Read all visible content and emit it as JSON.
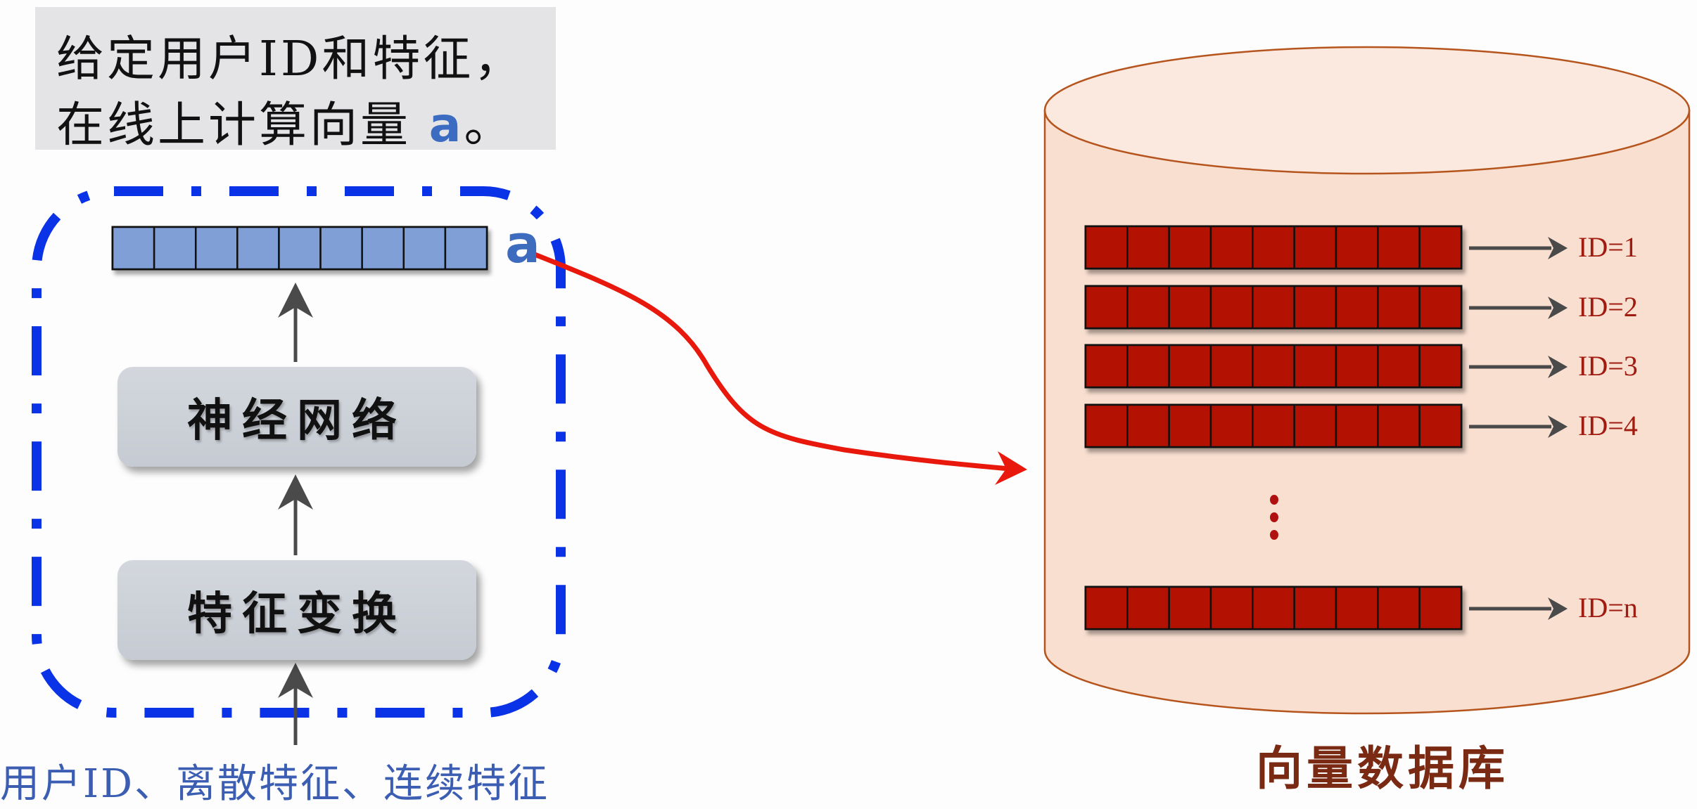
{
  "caption": {
    "line1": "给定用户ID和特征，",
    "line2_prefix": "在线上计算向量 ",
    "line2_var": "a",
    "line2_suffix": "。"
  },
  "user_tower": {
    "output_vector_label": "a",
    "output_vector_cells": 9,
    "blocks": [
      {
        "label": "神经网络"
      },
      {
        "label": "特征变换"
      }
    ],
    "input_label": "用户ID、离散特征、连续特征"
  },
  "vector_db": {
    "title": "向量数据库",
    "vector_cells": 9,
    "rows": [
      {
        "label": "ID=1"
      },
      {
        "label": "ID=2"
      },
      {
        "label": "ID=3"
      },
      {
        "label": "ID=4"
      },
      {
        "label": "ID=n"
      }
    ],
    "ellipsis": "⋮"
  },
  "colors": {
    "user_vector_fill": "#7f9fd6",
    "db_vector_fill": "#b31203",
    "dashed_border": "#0a32e6",
    "flow_arrow": "#e8180c",
    "cylinder_fill": "#fae0d2",
    "cylinder_stroke": "#b5541c",
    "id_label": "#a01b10",
    "db_title": "#7a2a12",
    "input_label": "#3b5eb3"
  }
}
